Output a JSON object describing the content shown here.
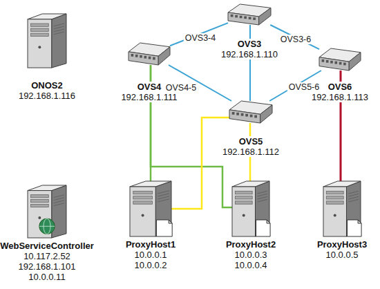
{
  "diagram": {
    "nodes": [
      {
        "text": [
          "ONOS2",
          "192.168.1.116"
        ]
      },
      {
        "text": [
          "OVS3",
          "192.168.1.110"
        ]
      },
      {
        "text": [
          "OVS4",
          "192.168.1.111"
        ]
      },
      {
        "text": [
          "OVS6",
          "192.168.1.113"
        ]
      },
      {
        "text": [
          "OVS5",
          "192.168.1.112"
        ]
      },
      {
        "text": [
          "WebServiceController",
          "10.117.2.52",
          "192.168.1.101",
          "10.0.0.11"
        ]
      },
      {
        "text": [
          "ProxyHost1",
          "10.0.0.1",
          "10.0.0.2"
        ]
      },
      {
        "text": [
          "ProxyHost2",
          "10.0.0.3",
          "10.0.0.4"
        ]
      },
      {
        "text": [
          "ProxyHost3",
          "10.0.0.5"
        ]
      }
    ],
    "edges": [
      {
        "from": 1,
        "to": 2,
        "arrow": "none",
        "label": "OVS3-4"
      },
      {
        "from": 1,
        "to": 3,
        "arrow": "none",
        "label": "OVS3-6"
      },
      {
        "from": 2,
        "to": 4,
        "arrow": "none",
        "label": "OVS4-5"
      },
      {
        "from": 4,
        "to": 3,
        "arrow": "none",
        "label": "OVS5-6"
      },
      {
        "from": 1,
        "to": 4,
        "arrow": "none"
      },
      {
        "from": 2,
        "to": 6,
        "arrow": "none"
      },
      {
        "from": 2,
        "to": 7,
        "arrow": "none"
      },
      {
        "from": 6,
        "to": 4,
        "arrow": "none"
      },
      {
        "from": 4,
        "to": 7,
        "arrow": "none"
      },
      {
        "from": 3,
        "to": 8,
        "arrow": "none"
      }
    ]
  }
}
